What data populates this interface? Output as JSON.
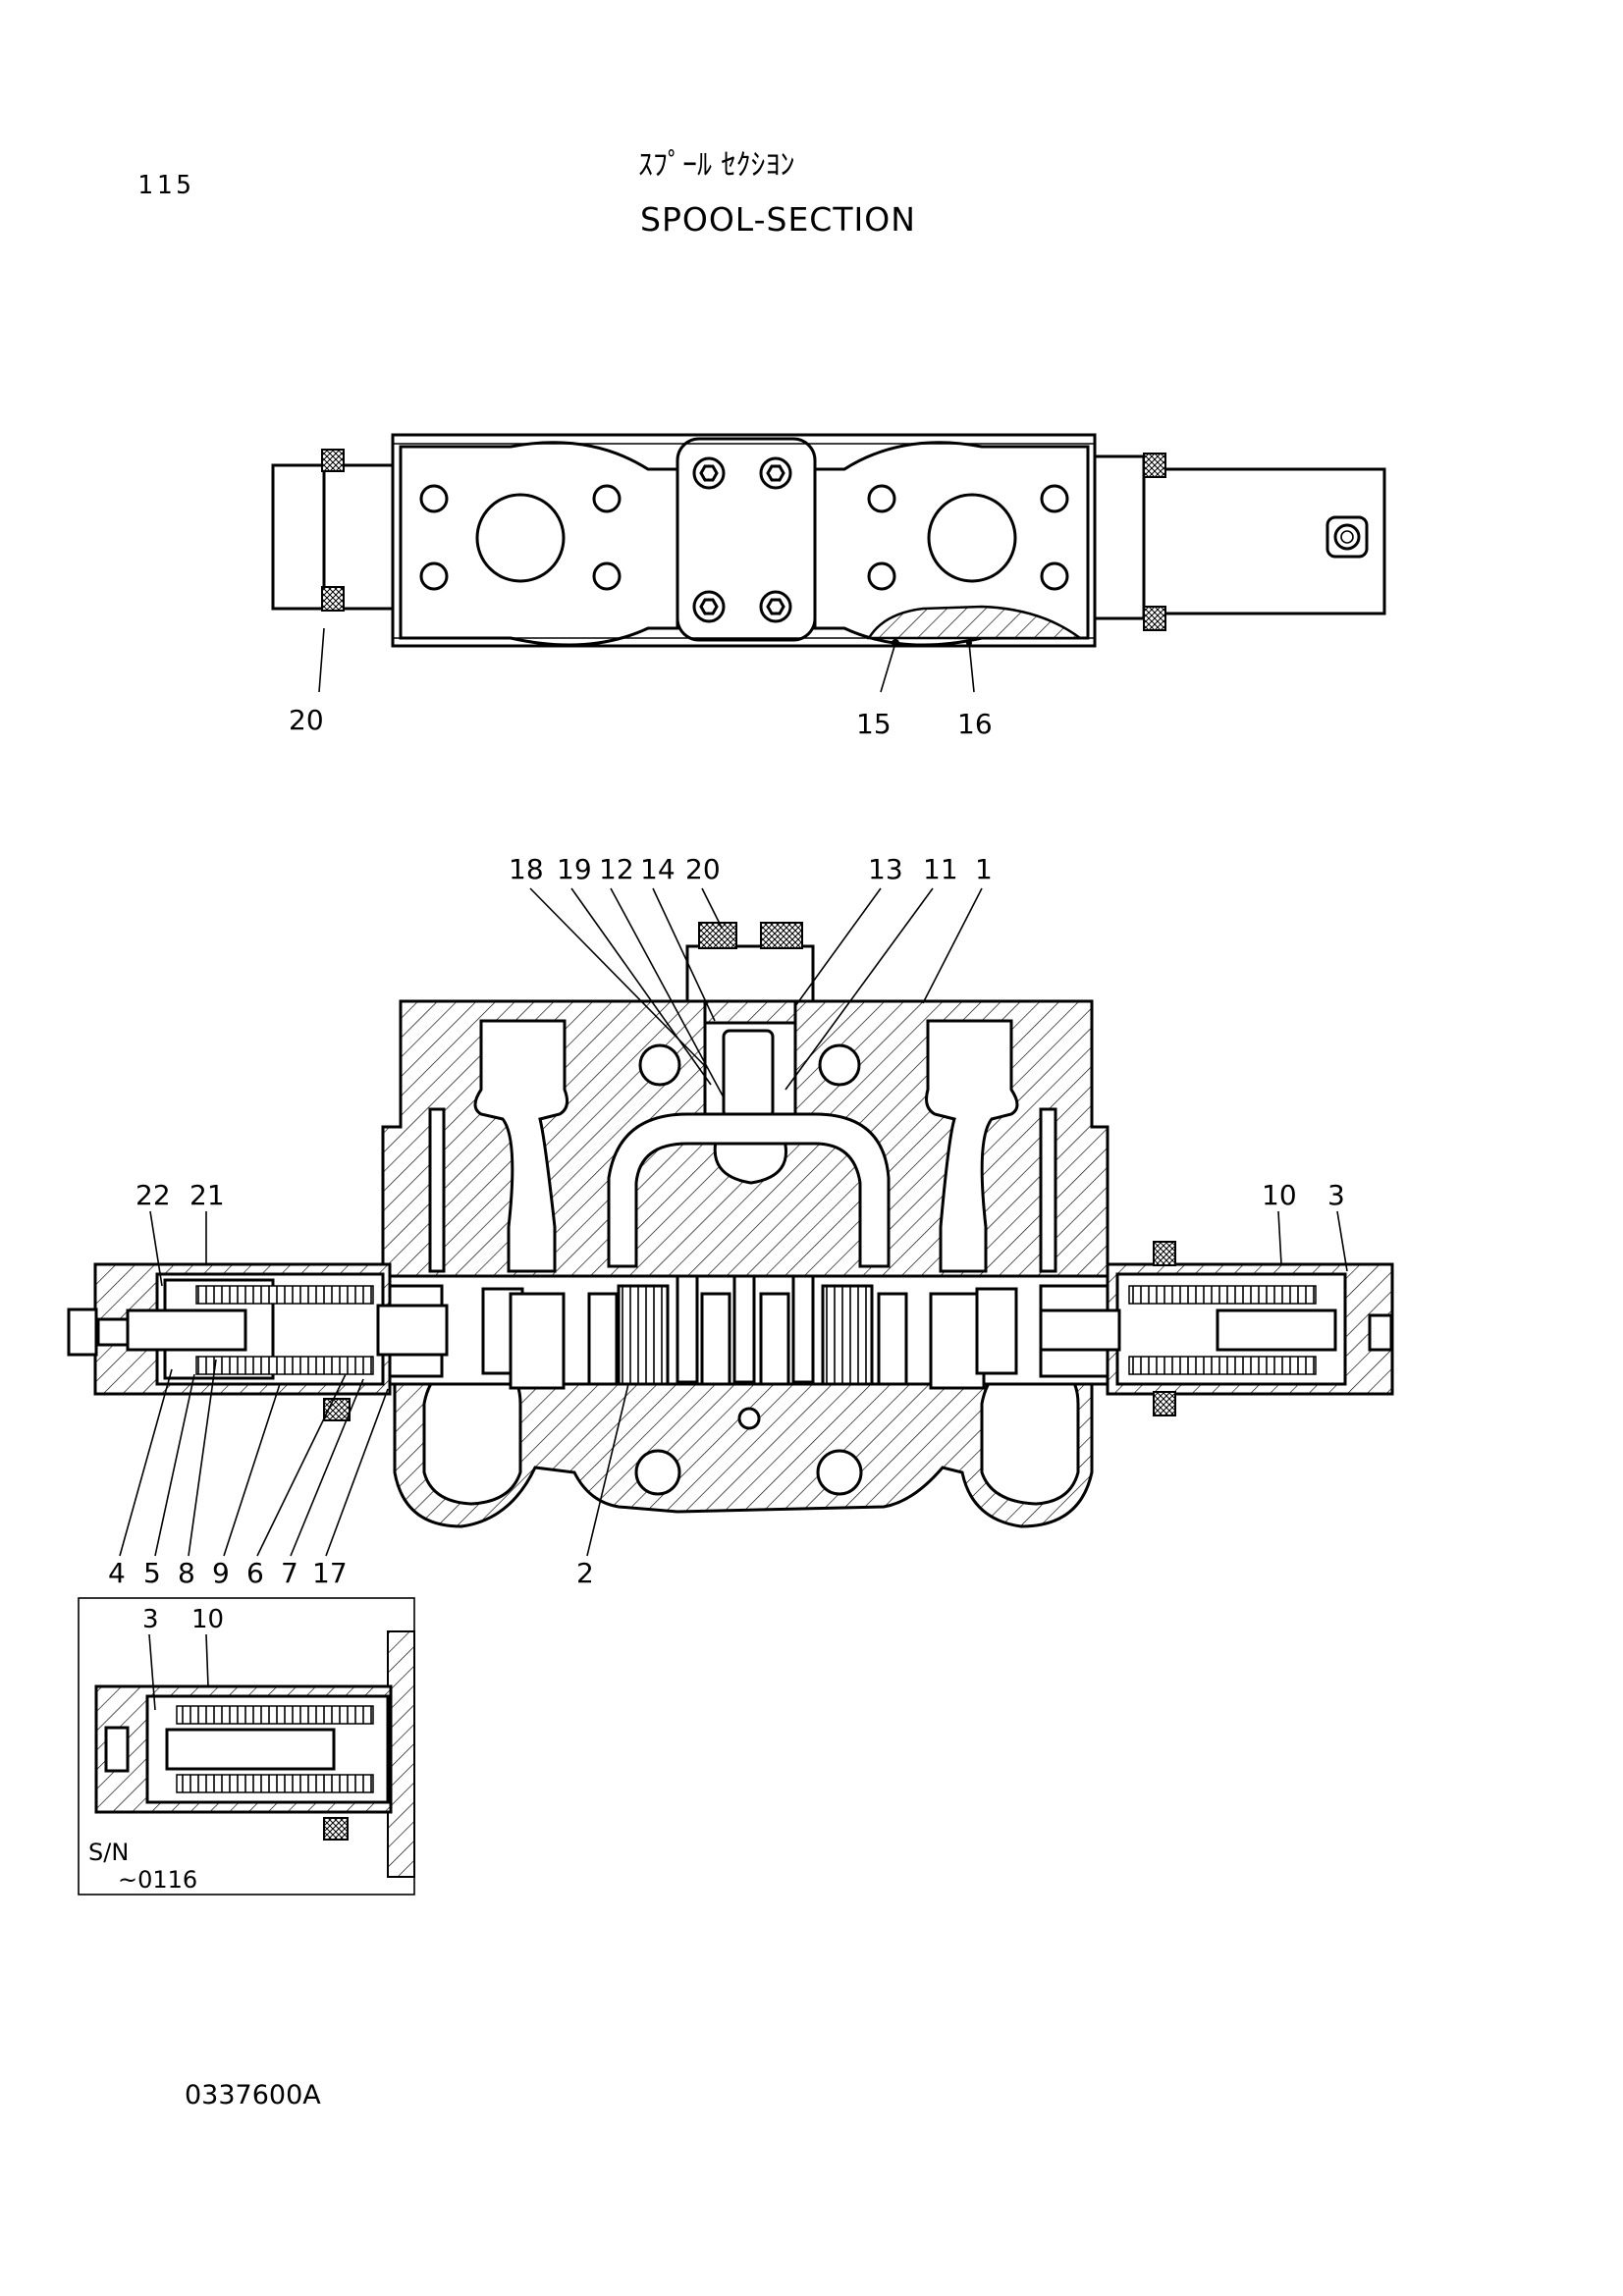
{
  "page": {
    "page_number": "115",
    "title_jp": "ｽﾌﾟｰﾙ ｾｸｼﾖﾝ",
    "title_en": "SPOOL-SECTION",
    "drawing_number": "0337600A"
  },
  "top_view": {
    "callouts": [
      "20",
      "15",
      "16"
    ]
  },
  "section_view": {
    "callouts_top": [
      "18",
      "19",
      "12",
      "14",
      "20",
      "13",
      "11",
      "1"
    ],
    "callouts_left_top": [
      "22",
      "21"
    ],
    "callouts_right_top": [
      "10",
      "3"
    ],
    "callouts_bottom": [
      "4",
      "5",
      "8",
      "9",
      "6",
      "7",
      "17"
    ],
    "callout_center": "2"
  },
  "inset": {
    "callouts": [
      "3",
      "10"
    ],
    "serial_label": "S/N",
    "serial_range": "~0116"
  }
}
